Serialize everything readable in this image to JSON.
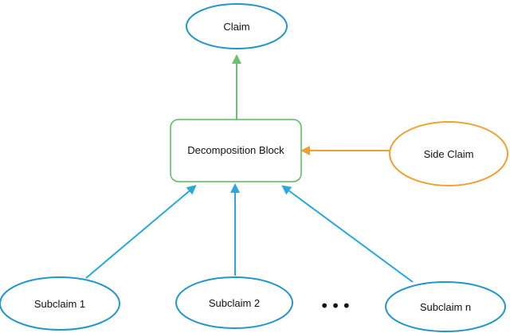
{
  "nodes": {
    "claim": {
      "label": "Claim"
    },
    "decomposition_block": {
      "label": "Decomposition Block"
    },
    "side_claim": {
      "label": "Side Claim"
    },
    "subclaim_1": {
      "label": "Subclaim 1"
    },
    "subclaim_2": {
      "label": "Subclaim 2"
    },
    "subclaim_n": {
      "label": "Subclaim n"
    },
    "ellipsis": {
      "label": "•••"
    }
  },
  "colors": {
    "blue": "#2196c8",
    "green": "#5cb85c",
    "orange": "#f0a030",
    "arrow_blue": "#29a8dc",
    "ink": "#111111"
  }
}
